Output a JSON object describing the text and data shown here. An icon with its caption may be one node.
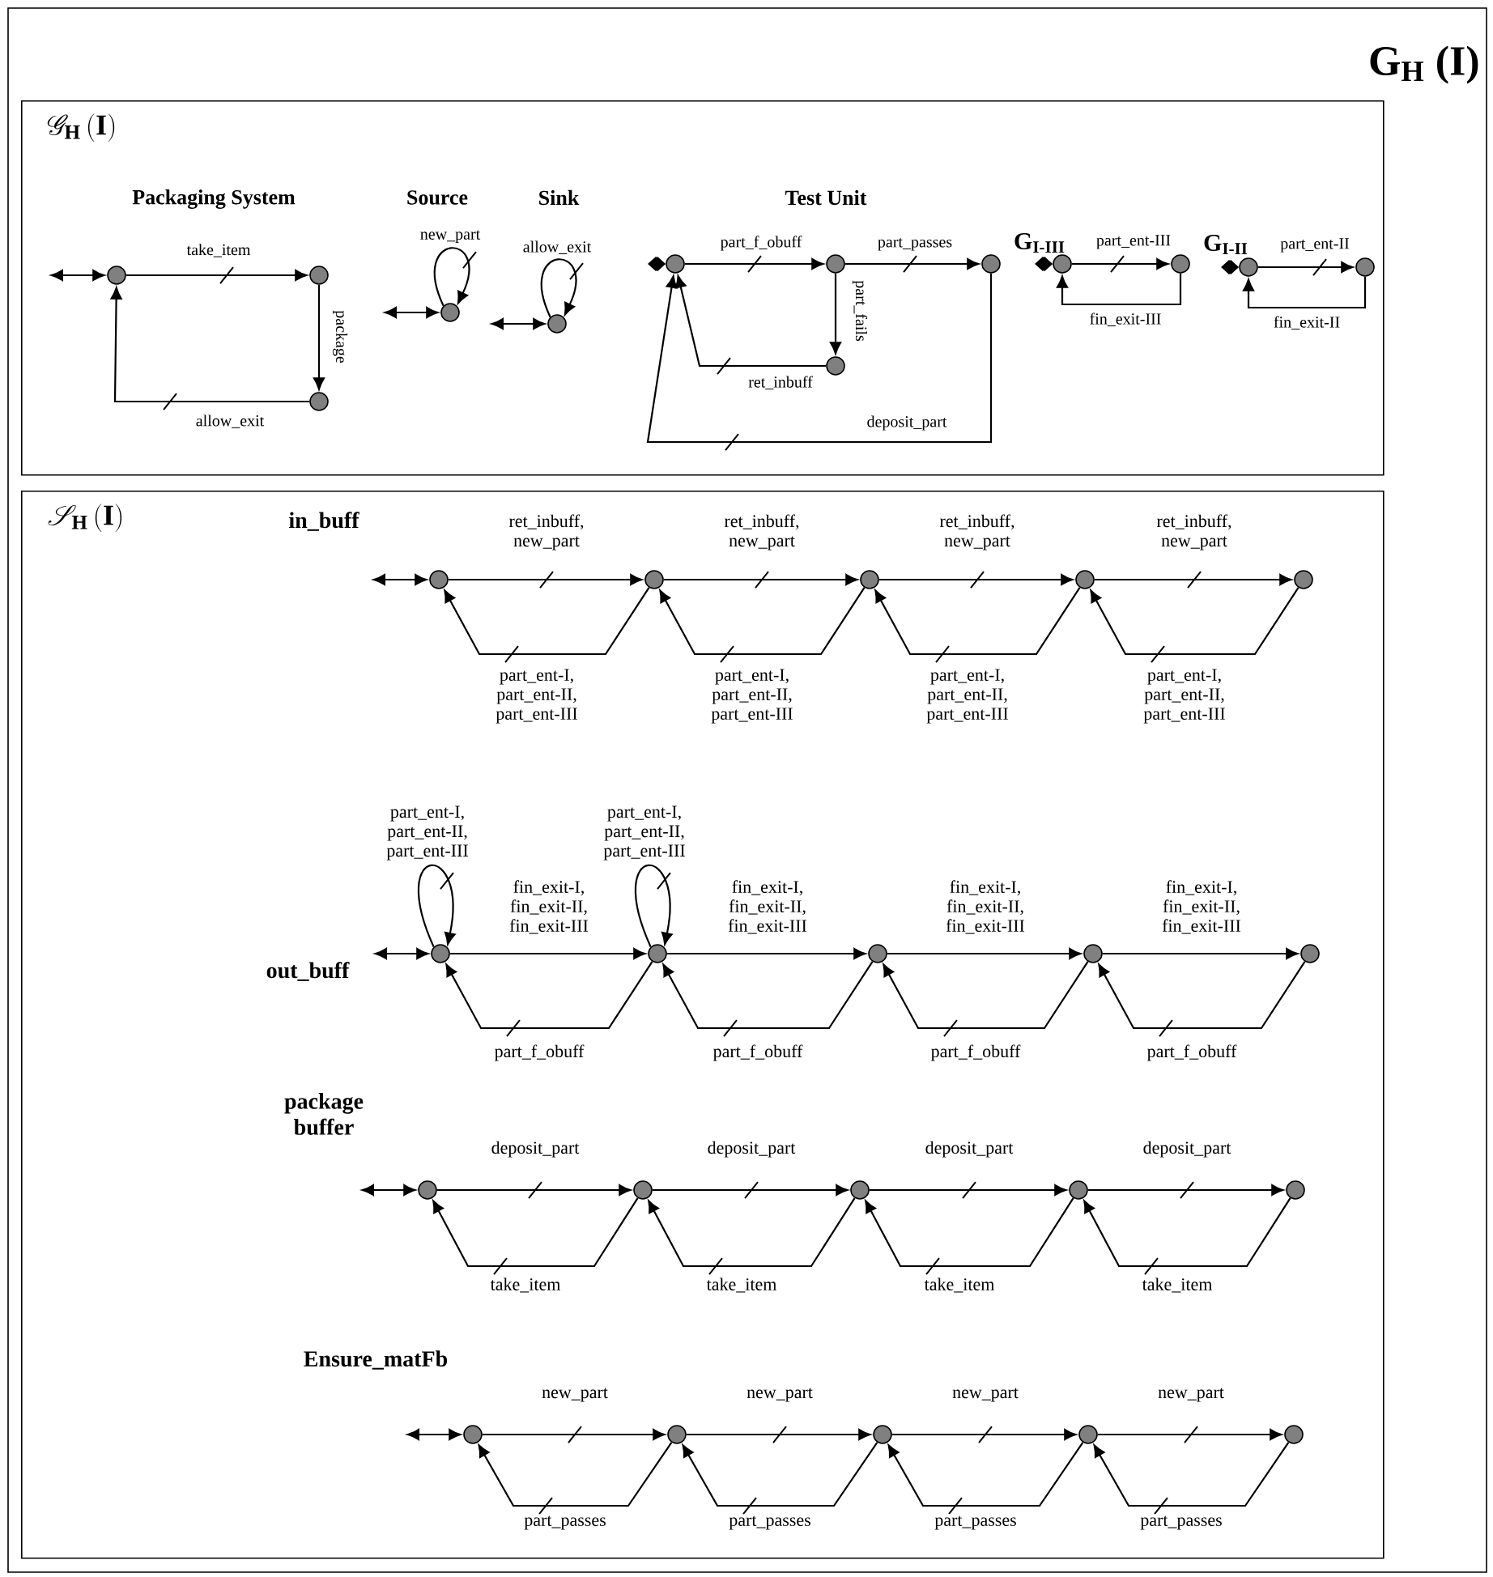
{
  "diagram": {
    "title": "G$_{H}$ (I)",
    "nodes": [
      {
        "text": [
          "\\mathscr{G}_{\\mathbf{H}}\\,\\mathbf{(I)}"
        ]
      },
      {
        "text": [
          "\\mathscr{S}_{\\mathbf{H}}\\,\\mathbf{(I)}"
        ]
      },
      {
        "text": [],
        "shape": "circle",
        "in": 0
      },
      {
        "text": [],
        "shape": "circle",
        "in": 0
      },
      {
        "text": [],
        "shape": "circle",
        "in": 0
      },
      {
        "text": [],
        "shape": "circle",
        "in": 0
      },
      {
        "text": [],
        "shape": "circle",
        "in": 0
      },
      {
        "text": [],
        "shape": "circle",
        "in": 0
      },
      {
        "text": [],
        "shape": "circle",
        "in": 0
      },
      {
        "text": [],
        "shape": "circle",
        "in": 0
      },
      {
        "text": [],
        "shape": "circle",
        "in": 0
      },
      {
        "text": [],
        "shape": "circle",
        "in": 0
      },
      {
        "text": [],
        "shape": "circle",
        "in": 0
      },
      {
        "text": [],
        "shape": "circle",
        "in": 0
      },
      {
        "text": [],
        "shape": "circle",
        "in": 0
      },
      {
        "text": [],
        "shape": "circle",
        "in": 1
      },
      {
        "text": [],
        "shape": "circle",
        "in": 1
      },
      {
        "text": [],
        "shape": "circle",
        "in": 1
      },
      {
        "text": [],
        "shape": "circle",
        "in": 1
      },
      {
        "text": [],
        "shape": "circle",
        "in": 1
      },
      {
        "text": [],
        "shape": "circle",
        "in": 1
      },
      {
        "text": [],
        "shape": "circle",
        "in": 1
      },
      {
        "text": [],
        "shape": "circle",
        "in": 1
      },
      {
        "text": [],
        "shape": "circle",
        "in": 1
      },
      {
        "text": [],
        "shape": "circle",
        "in": 1
      },
      {
        "text": [],
        "shape": "circle",
        "in": 1
      },
      {
        "text": [],
        "shape": "circle",
        "in": 1
      },
      {
        "text": [],
        "shape": "circle",
        "in": 1
      },
      {
        "text": [],
        "shape": "circle",
        "in": 1
      },
      {
        "text": [],
        "shape": "circle",
        "in": 1
      },
      {
        "text": [],
        "shape": "circle",
        "in": 1
      },
      {
        "text": [],
        "shape": "circle",
        "in": 1
      },
      {
        "text": [],
        "shape": "circle",
        "in": 1
      },
      {
        "text": [],
        "shape": "circle",
        "in": 1
      },
      {
        "text": [],
        "shape": "circle",
        "in": 1
      }
    ],
    "edges": [
      {
        "from": null,
        "to": 2,
        "arrow": "both"
      },
      {
        "from": 2,
        "to": 3,
        "arrow": "to",
        "label": "take_item"
      },
      {
        "from": 3,
        "to": 4,
        "arrow": "to",
        "label": "package"
      },
      {
        "from": 4,
        "to": 2,
        "arrow": "to",
        "label": "allow_exit"
      },
      {
        "from": null,
        "to": 5,
        "arrow": "both"
      },
      {
        "from": 5,
        "to": 5,
        "arrow": "to",
        "label": "new_part"
      },
      {
        "from": null,
        "to": 6,
        "arrow": "both"
      },
      {
        "from": 6,
        "to": 6,
        "arrow": "to",
        "label": "allow_exit"
      },
      {
        "from": null,
        "to": 7,
        "arrow": "other"
      },
      {
        "from": 7,
        "to": 8,
        "arrow": "to",
        "label": "part_f_obuff"
      },
      {
        "from": 8,
        "to": 9,
        "arrow": "to",
        "label": "part_passes"
      },
      {
        "from": 8,
        "to": 10,
        "arrow": "to",
        "label": "part_fails"
      },
      {
        "from": 10,
        "to": 7,
        "arrow": "to",
        "label": "ret_inbuff"
      },
      {
        "from": 9,
        "to": 7,
        "arrow": "to",
        "label": "deposit_part"
      },
      {
        "from": null,
        "to": 11,
        "arrow": "other"
      },
      {
        "from": 11,
        "to": 12,
        "arrow": "to",
        "label": "part_ent-III"
      },
      {
        "from": 12,
        "to": 11,
        "arrow": "to",
        "label": "fin_exit-III"
      },
      {
        "from": null,
        "to": 13,
        "arrow": "other"
      },
      {
        "from": 13,
        "to": 14,
        "arrow": "to",
        "label": "part_ent-II"
      },
      {
        "from": 14,
        "to": 13,
        "arrow": "to",
        "label": "fin_exit-II"
      },
      {
        "from": null,
        "to": 15,
        "arrow": "both"
      },
      {
        "from": 15,
        "to": 16,
        "arrow": "to",
        "label": "ret_inbuff, new_part"
      },
      {
        "from": 16,
        "to": 15,
        "arrow": "to",
        "label": "part_ent-I, part_ent-II, part_ent-III"
      },
      {
        "from": 16,
        "to": 17,
        "arrow": "to",
        "label": "ret_inbuff, new_part"
      },
      {
        "from": 17,
        "to": 16,
        "arrow": "to",
        "label": "part_ent-I, part_ent-II, part_ent-III"
      },
      {
        "from": 17,
        "to": 18,
        "arrow": "to",
        "label": "ret_inbuff, new_part"
      },
      {
        "from": 18,
        "to": 17,
        "arrow": "to",
        "label": "part_ent-I, part_ent-II, part_ent-III"
      },
      {
        "from": 18,
        "to": 19,
        "arrow": "to",
        "label": "ret_inbuff, new_part"
      },
      {
        "from": 19,
        "to": 18,
        "arrow": "to",
        "label": "part_ent-I, part_ent-II, part_ent-III"
      },
      {
        "from": null,
        "to": 20,
        "arrow": "both"
      },
      {
        "from": 20,
        "to": 20,
        "arrow": "to",
        "label": "part_ent-I, part_ent-II, part_ent-III"
      },
      {
        "from": 20,
        "to": 21,
        "arrow": "to",
        "label": "fin_exit-I, fin_exit-II, fin_exit-III"
      },
      {
        "from": 21,
        "to": 20,
        "arrow": "to",
        "label": "part_f_obuff"
      },
      {
        "from": 21,
        "to": 21,
        "arrow": "to",
        "label": "part_ent-I, part_ent-II, part_ent-III"
      },
      {
        "from": 21,
        "to": 22,
        "arrow": "to",
        "label": "fin_exit-I, fin_exit-II, fin_exit-III"
      },
      {
        "from": 22,
        "to": 21,
        "arrow": "to",
        "label": "part_f_obuff"
      },
      {
        "from": 22,
        "to": 23,
        "arrow": "to",
        "label": "fin_exit-I, fin_exit-II, fin_exit-III"
      },
      {
        "from": 23,
        "to": 22,
        "arrow": "to",
        "label": "part_f_obuff"
      },
      {
        "from": 23,
        "to": 24,
        "arrow": "to",
        "label": "fin_exit-I, fin_exit-II, fin_exit-III"
      },
      {
        "from": 24,
        "to": 23,
        "arrow": "to",
        "label": "part_f_obuff"
      },
      {
        "from": null,
        "to": 25,
        "arrow": "both"
      },
      {
        "from": 25,
        "to": 26,
        "arrow": "to",
        "label": "deposit_part"
      },
      {
        "from": 26,
        "to": 25,
        "arrow": "to",
        "label": "take_item"
      },
      {
        "from": 26,
        "to": 27,
        "arrow": "to",
        "label": "deposit_part"
      },
      {
        "from": 27,
        "to": 26,
        "arrow": "to",
        "label": "take_item"
      },
      {
        "from": 27,
        "to": 28,
        "arrow": "to",
        "label": "deposit_part"
      },
      {
        "from": 28,
        "to": 27,
        "arrow": "to",
        "label": "take_item"
      },
      {
        "from": 28,
        "to": 29,
        "arrow": "to",
        "label": "deposit_part"
      },
      {
        "from": 29,
        "to": 28,
        "arrow": "to",
        "label": "take_item"
      },
      {
        "from": null,
        "to": 30,
        "arrow": "both"
      },
      {
        "from": 30,
        "to": 31,
        "arrow": "to",
        "label": "new_part"
      },
      {
        "from": 31,
        "to": 30,
        "arrow": "to",
        "label": "part_passes"
      },
      {
        "from": 31,
        "to": 32,
        "arrow": "to",
        "label": "new_part"
      },
      {
        "from": 32,
        "to": 31,
        "arrow": "to",
        "label": "part_passes"
      },
      {
        "from": 32,
        "to": 33,
        "arrow": "to",
        "label": "new_part"
      },
      {
        "from": 33,
        "to": 32,
        "arrow": "to",
        "label": "part_passes"
      },
      {
        "from": 33,
        "to": 34,
        "arrow": "to",
        "label": "new_part"
      },
      {
        "from": 34,
        "to": 33,
        "arrow": "to",
        "label": "part_passes"
      }
    ],
    "labels": [
      "Packaging System",
      "Source",
      "Sink",
      "Test Unit",
      "G$_{I-III}$",
      "G$_{I-II}$",
      "in_buff",
      "out_buff",
      "package buffer",
      "Ensure_matFb"
    ]
  }
}
